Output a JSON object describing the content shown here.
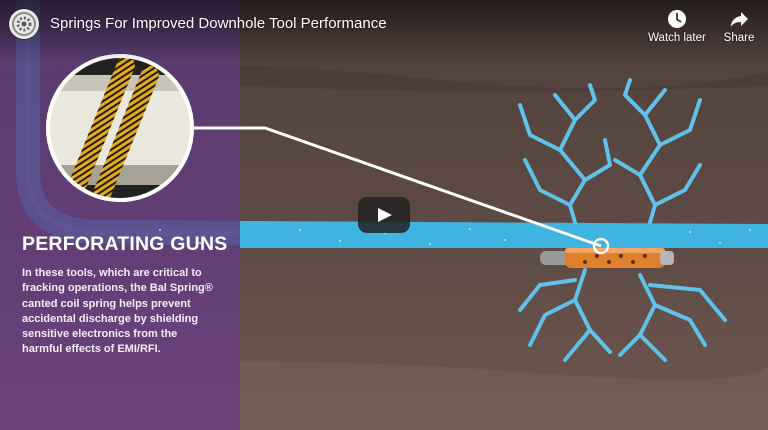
{
  "video": {
    "title": "Springs For Improved Downhole Tool Performance"
  },
  "actions": {
    "watch_later": {
      "label": "Watch later",
      "icon": "clock-icon"
    },
    "share": {
      "label": "Share",
      "icon": "share-arrow-icon"
    }
  },
  "info": {
    "heading": "PERFORATING GUNS",
    "body_lines": [
      "In these tools, which are critical to",
      "fracking operations, the Bal Spring®",
      "canted coil spring helps prevent",
      "accidental discharge by shielding",
      "sensitive electronics from the",
      "harmful effects of EMI/RFI."
    ]
  },
  "colors": {
    "panel_purple": "#5a3478",
    "soil": "#5e4a44",
    "wellbore_blue": "#3fb4e0",
    "fracture_blue": "#5ec2ea",
    "tool_orange": "#e07f2c",
    "spring_gold": "#d4a11c"
  }
}
